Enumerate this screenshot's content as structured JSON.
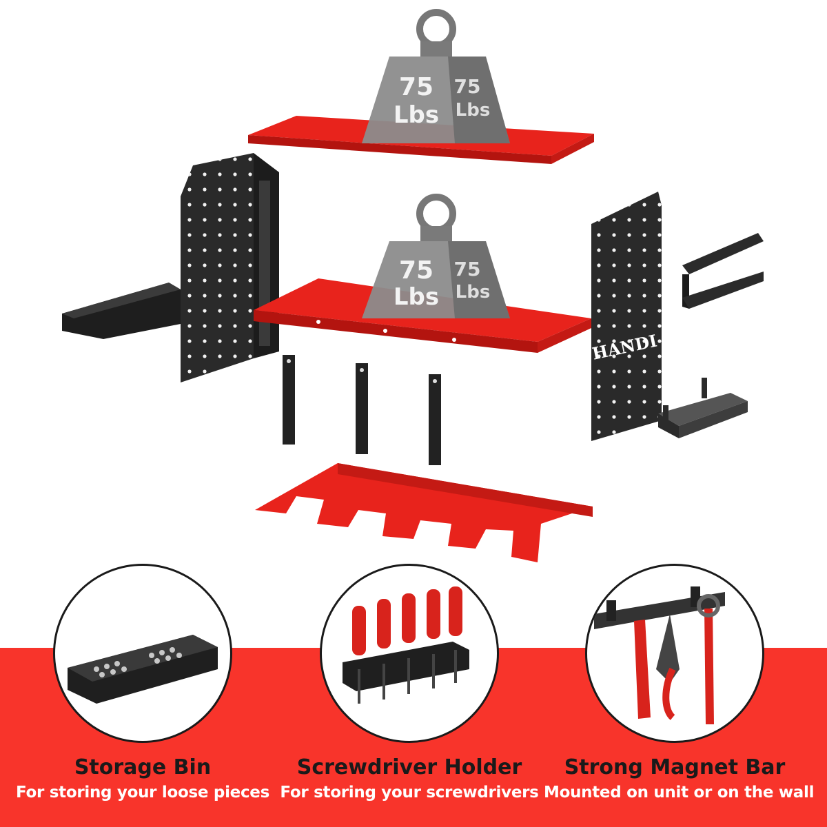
{
  "brand": "HANDI",
  "colors": {
    "accent_red": "#f8342b",
    "shelf_red": "#e8231c",
    "steel_black": "#222222",
    "weight_grey": "#8a8a8a"
  },
  "weights": [
    {
      "value": "75",
      "unit": "Lbs"
    },
    {
      "value": "75",
      "unit": "Lbs"
    }
  ],
  "features": [
    {
      "title": "Storage Bin",
      "description": "For storing your loose pieces",
      "icon": "storage-bin-icon"
    },
    {
      "title": "Screwdriver Holder",
      "description": "For storing your screwdrivers",
      "icon": "screwdriver-holder-icon"
    },
    {
      "title": "Strong Magnet Bar",
      "description": "Mounted on unit or on the wall",
      "icon": "magnet-bar-icon"
    }
  ]
}
